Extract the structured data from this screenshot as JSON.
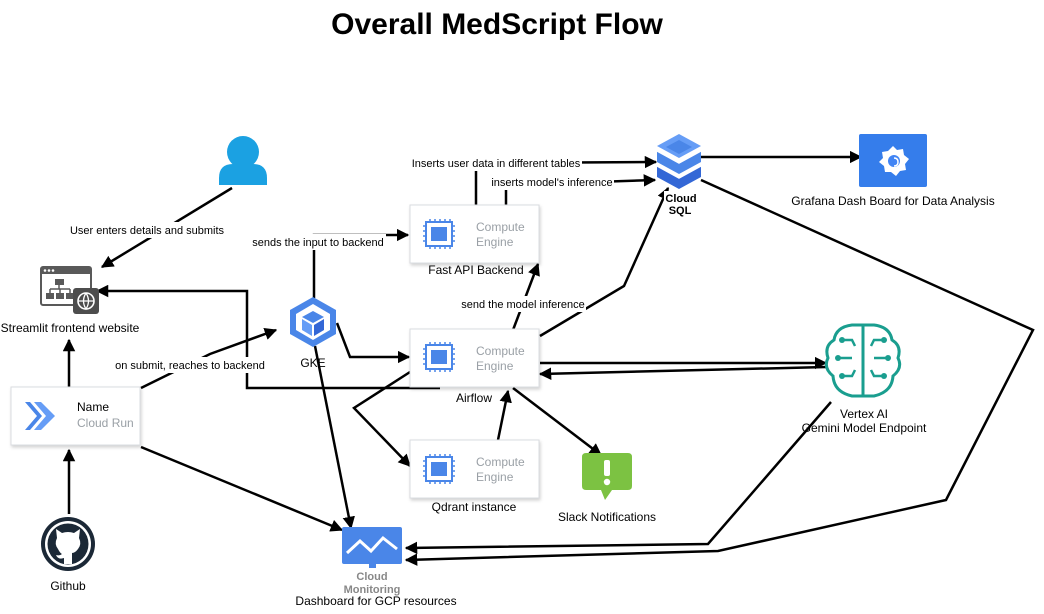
{
  "title": "Overall MedScript Flow",
  "nodes": {
    "user": {
      "label": ""
    },
    "streamlit": {
      "label": "Streamlit frontend website"
    },
    "cloud_run": {
      "name": "Name",
      "sub": "Cloud Run"
    },
    "github": {
      "label": "Github"
    },
    "gke": {
      "label": "GKE"
    },
    "fastapi": {
      "title": "Compute",
      "sub": "Engine",
      "label": "Fast API Backend"
    },
    "airflow": {
      "title": "Compute",
      "sub": "Engine",
      "label": "Airflow"
    },
    "qdrant": {
      "title": "Compute",
      "sub": "Engine",
      "label": "Qdrant instance"
    },
    "cloud_sql": {
      "line1": "Cloud",
      "line2": "SQL"
    },
    "grafana": {
      "label": "Grafana Dash Board for Data Analysis"
    },
    "vertex": {
      "line1": "Vertex AI",
      "line2": "Gemini Model Endpoint"
    },
    "slack": {
      "label": "Slack Notifications"
    },
    "monitoring": {
      "line1": "Cloud",
      "line2": "Monitoring",
      "label": "Dashboard for GCP resources"
    }
  },
  "edges": {
    "user_to_streamlit": "User enters details and submits",
    "cloudrun_to_gke": "on submit, reaches to backend",
    "gke_to_fastapi": "sends the input to backend",
    "fastapi_to_sql_1": "Inserts user data in different tables",
    "fastapi_to_sql_2": "inserts model's inference",
    "airflow_to_fastapi": "send the model inference"
  },
  "colors": {
    "gcp_blue": "#4a86e8",
    "user_blue": "#1ba1e2",
    "vertex_green": "#1a9e8f",
    "slack_green": "#7cc242",
    "edge": "#000000"
  }
}
